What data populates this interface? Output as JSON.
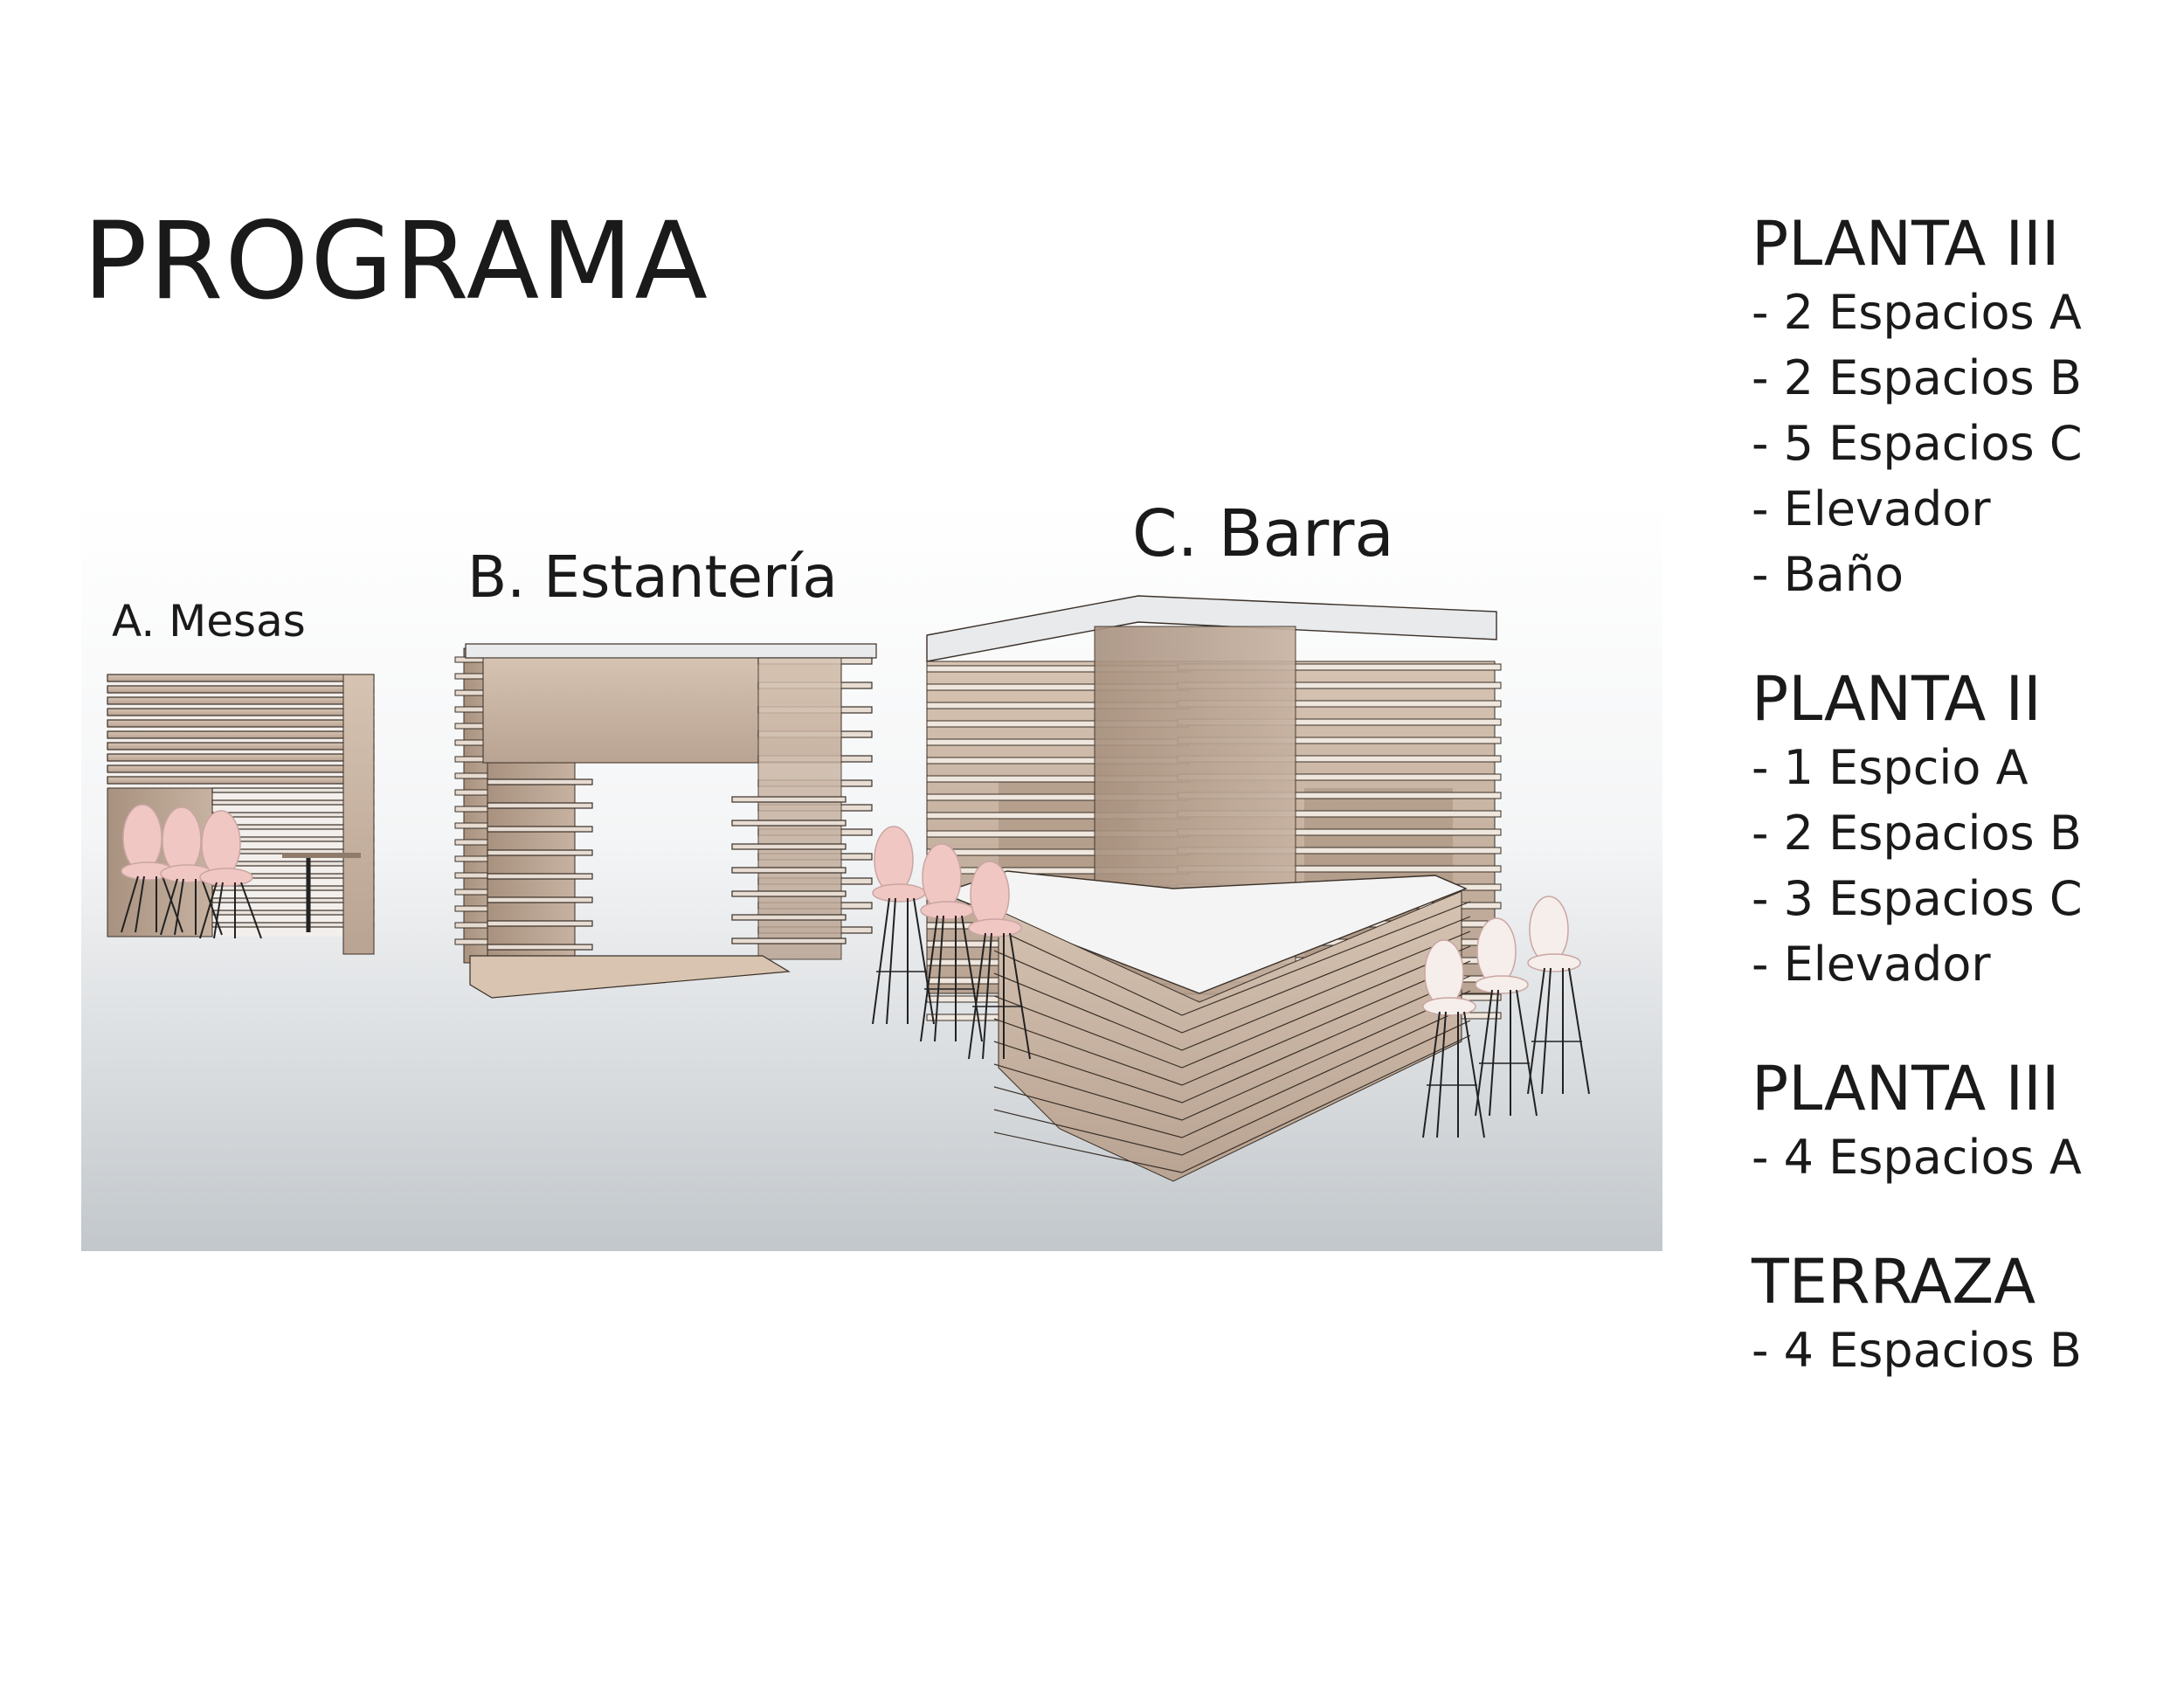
{
  "page": {
    "title": "PROGRAMA"
  },
  "modules": [
    {
      "label": "A. Mesas"
    },
    {
      "label": "B. Estantería"
    },
    {
      "label": "C. Barra"
    }
  ],
  "floors": [
    {
      "title": "PLANTA III",
      "items": [
        "- 2 Espacios A",
        "- 2 Espacios B",
        "- 5 Espacios C",
        "- Elevador",
        "- Baño"
      ]
    },
    {
      "title": "PLANTA II",
      "items": [
        "- 1 Espcio A",
        "- 2 Espacios B",
        "- 3 Espacios C",
        "- Elevador"
      ]
    },
    {
      "title": "PLANTA III",
      "items": [
        "- 4 Espacios A"
      ]
    },
    {
      "title": "TERRAZA",
      "items": [
        "- 4 Espacios B"
      ]
    }
  ],
  "colors": {
    "wood": "#cbb6a4",
    "wood_dark": "#8f7b6b",
    "chair_pink": "#f1c7c3",
    "chair_white": "#f6eeea",
    "cap": "#e8eaec"
  }
}
